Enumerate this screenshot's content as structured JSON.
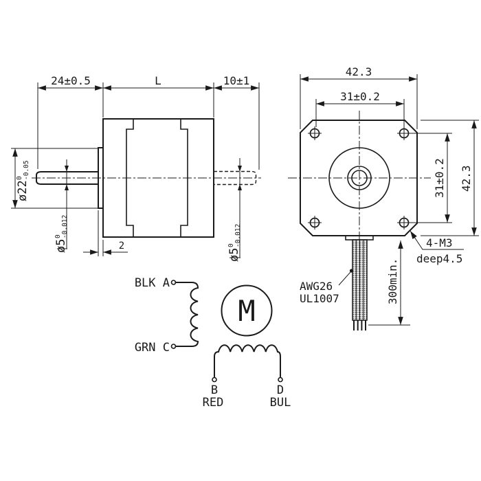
{
  "drawing": {
    "background": "#ffffff",
    "line_color": "#1a1a1a",
    "subject": "stepper-motor-dimension-drawing"
  },
  "side_view": {
    "dims": {
      "front_shaft_length": "24±0.5",
      "body_length": "L",
      "rear_shaft_length": "10±1",
      "pilot_boss_thickness": "2",
      "pilot_diameter": {
        "value": "ø22",
        "tol_upper": "0",
        "tol_lower": "-0.05"
      },
      "front_shaft_diameter": {
        "value": "ø5",
        "tol_upper": "0",
        "tol_lower": "-0.012"
      },
      "rear_shaft_diameter": {
        "value": "ø5",
        "tol_upper": "0",
        "tol_lower": "-0.012"
      }
    }
  },
  "front_view": {
    "dims": {
      "body_width": "42.3",
      "body_height": "42.3",
      "hole_spacing_horizontal": "31±0.2",
      "hole_spacing_vertical": "31±0.2",
      "lead_length": "300min."
    },
    "notes": {
      "mounting_holes_line1": "4-M3",
      "mounting_holes_line2": "deep4.5",
      "lead_wire_line1": "AWG26",
      "lead_wire_line2": "UL1007"
    }
  },
  "wiring_diagram": {
    "motor_symbol": "M",
    "coil_ac": {
      "top_label": "BLK A",
      "bottom_label": "GRN C"
    },
    "coil_bd": {
      "left_terminal": "B",
      "left_color": "RED",
      "right_terminal": "D",
      "right_color": "BUL"
    }
  }
}
